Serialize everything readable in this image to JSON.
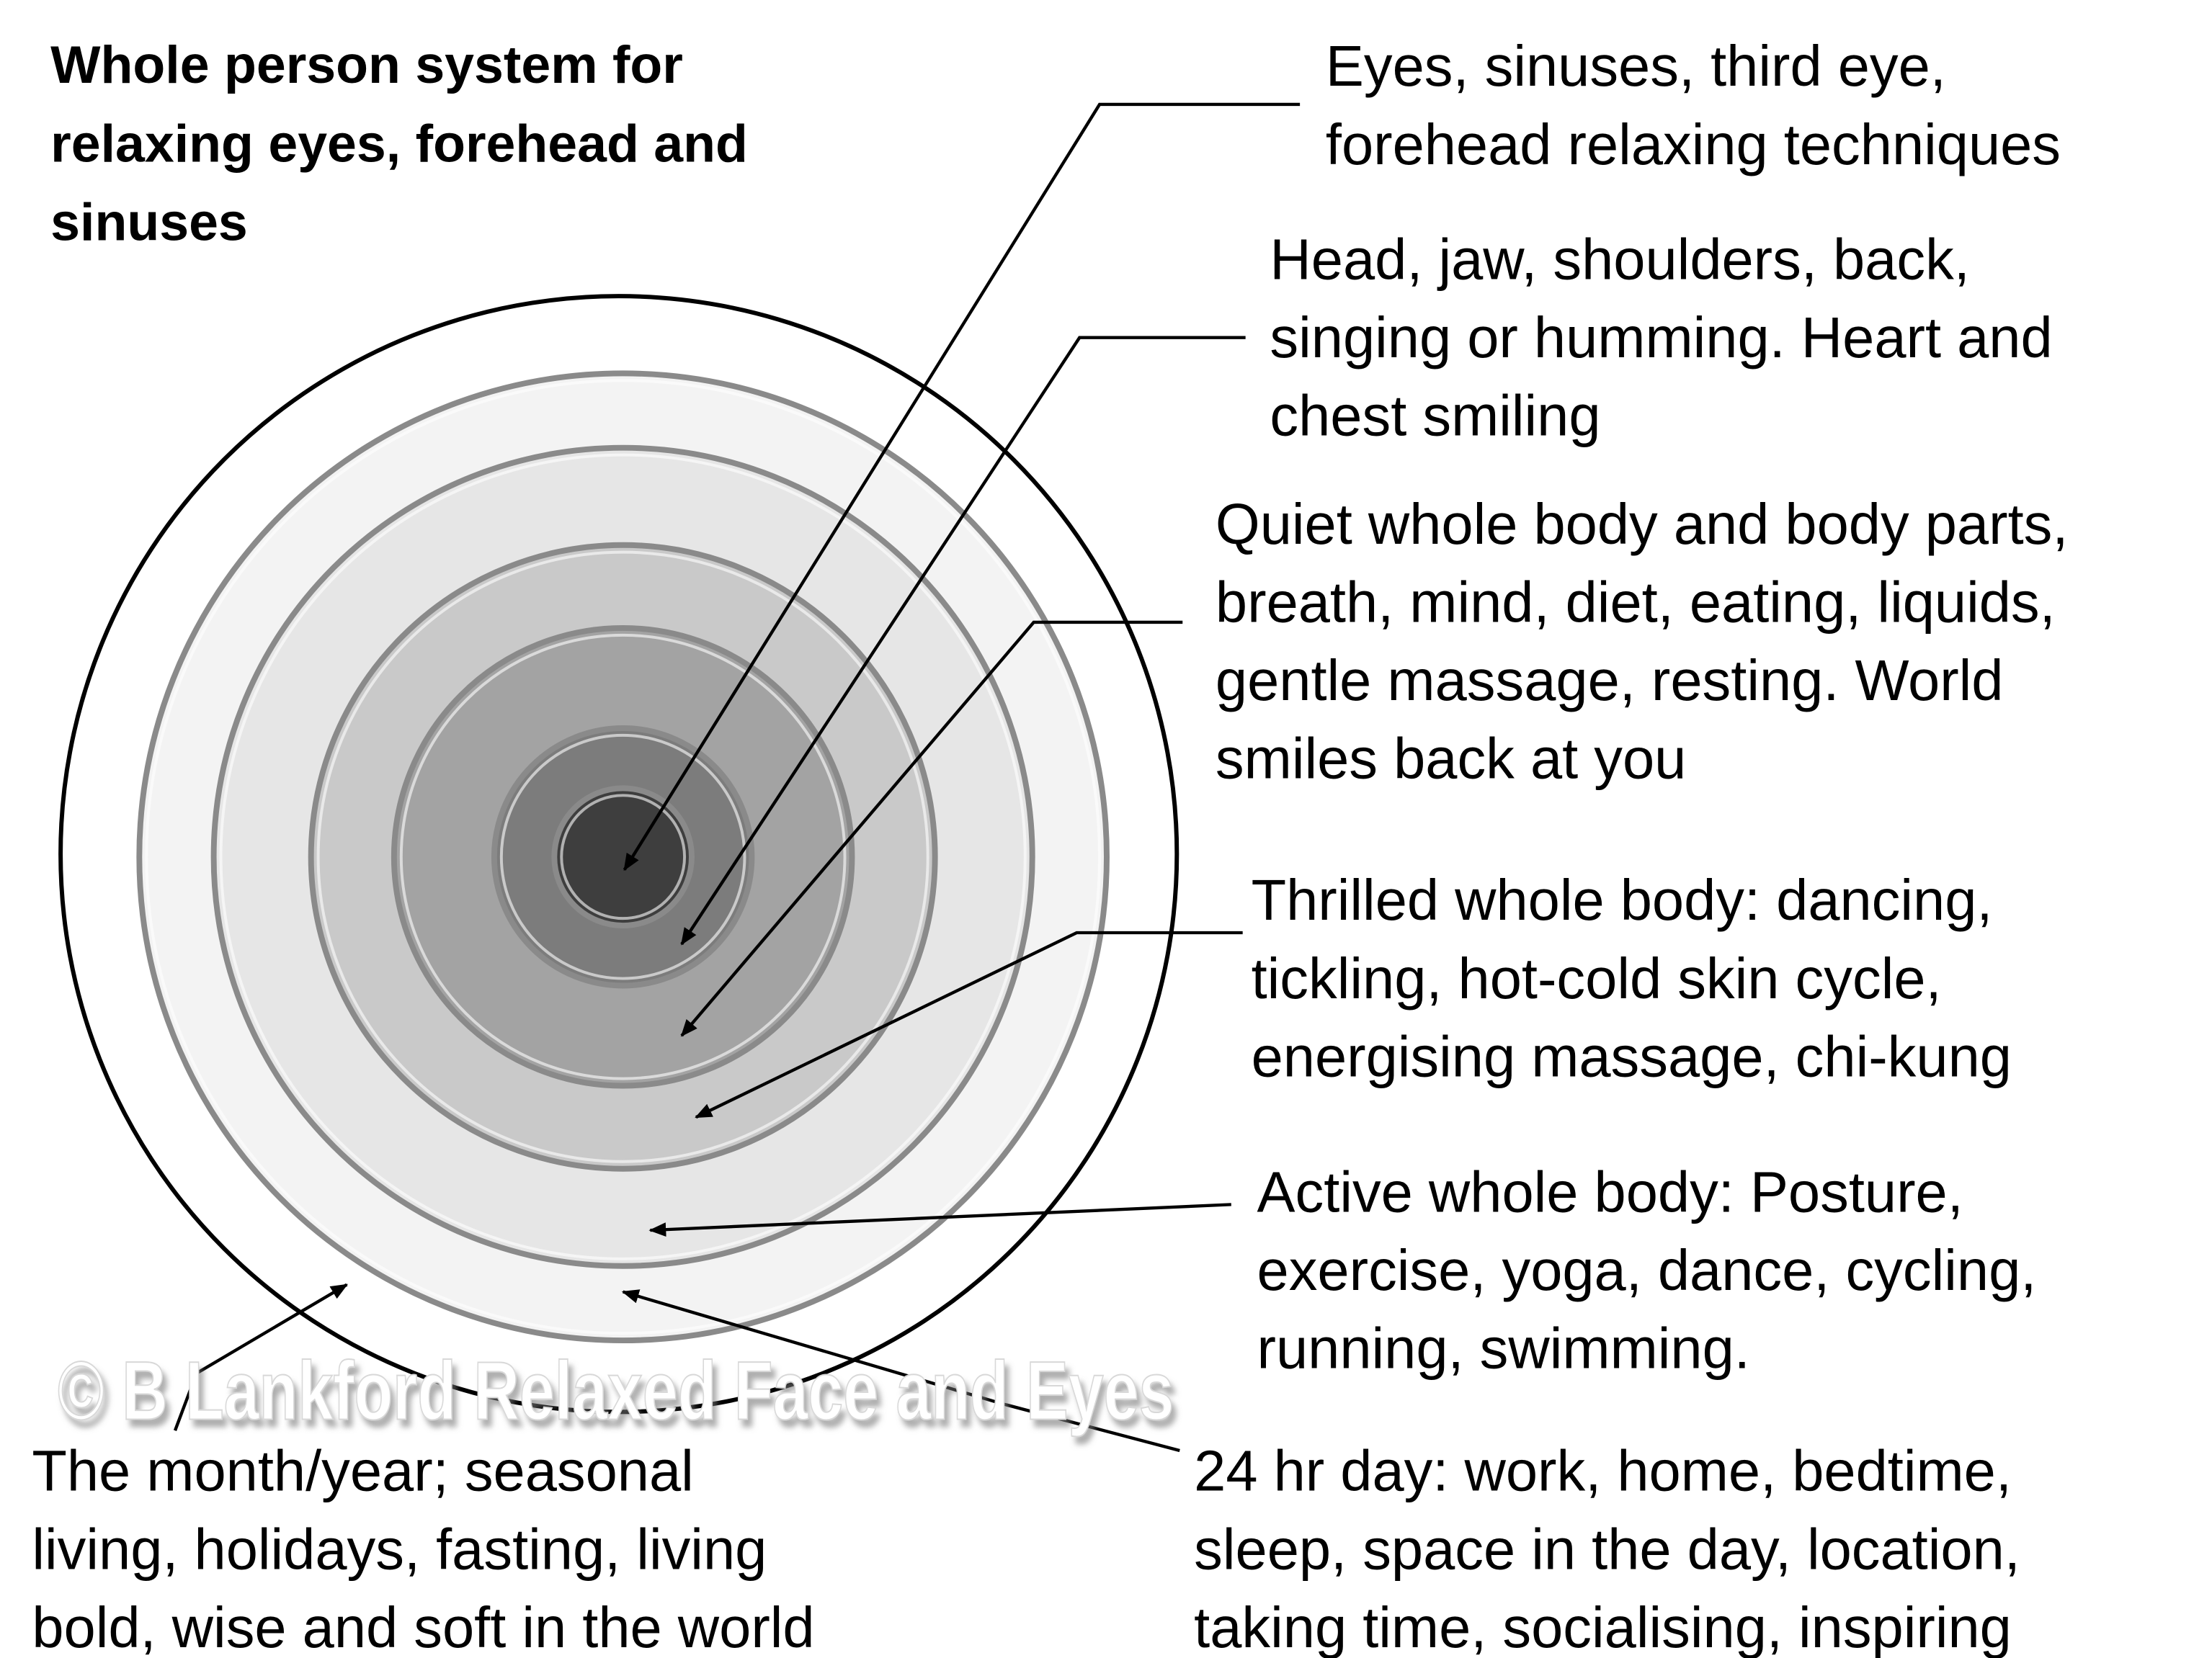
{
  "title": {
    "lines": [
      "Whole person system for",
      "relaxing eyes, forehead and",
      "sinuses"
    ]
  },
  "labels": [
    {
      "id": "eyes",
      "lines": [
        "Eyes, sinuses, third eye,",
        "forehead relaxing techniques"
      ]
    },
    {
      "id": "head",
      "lines": [
        "Head, jaw, shoulders, back,",
        "singing or humming. Heart and",
        "chest smiling"
      ]
    },
    {
      "id": "quiet",
      "lines": [
        "Quiet whole body and body parts,",
        "breath, mind, diet, eating, liquids,",
        "gentle massage, resting.  World",
        "smiles back at you"
      ]
    },
    {
      "id": "thrilled",
      "lines": [
        "Thrilled whole body: dancing,",
        "tickling, hot-cold skin cycle,",
        "energising massage, chi-kung"
      ]
    },
    {
      "id": "active",
      "lines": [
        "Active whole body: Posture,",
        "exercise, yoga, dance, cycling,",
        "running, swimming."
      ]
    },
    {
      "id": "day",
      "lines": [
        "24 hr day: work, home, bedtime,",
        "sleep, space in the day, location,",
        "taking time, socialising, inspiring"
      ]
    },
    {
      "id": "month",
      "lines": [
        "The month/year; seasonal",
        "living, holidays, fasting, living",
        "bold, wise and soft in the world"
      ]
    }
  ],
  "watermark": "© B Lankford Relaxed Face and Eyes",
  "ring_colors": [
    "#ffffff",
    "#f3f3f3",
    "#e6e6e6",
    "#c9c9c9",
    "#a3a3a3",
    "#7c7c7c",
    "#3e3e3e"
  ]
}
